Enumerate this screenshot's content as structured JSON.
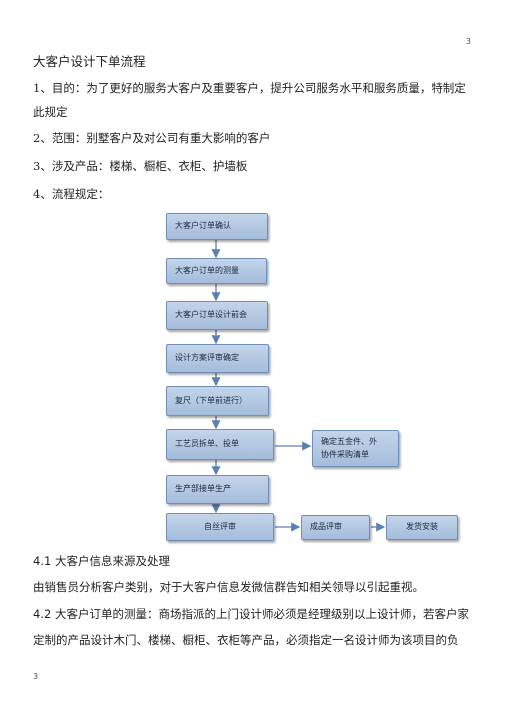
{
  "page_number_top": "3",
  "page_number_bottom": "3",
  "title": "大客户设计下单流程",
  "paragraphs": {
    "p1_line1": "1、目的：为了更好的服务大客户及重要客户，提升公司服务水平和服务质量，特制定",
    "p1_line2": "此规定",
    "p2": "2、范围：别墅客户及对公司有重大影响的客户",
    "p3": "3、涉及产品：楼梯、橱柜、衣柜、护墙板",
    "p4": "4、流程规定："
  },
  "flowchart": {
    "steps": [
      "大客户订单确认",
      "大客户订单的测量",
      "大客户订单设计前会",
      "设计方案评审确定",
      "复尺（下单前进行）",
      "工艺员拆单、投单",
      "生产部接单生产",
      "自丝评审"
    ],
    "side_box": "确定五金件、外\n协件采购清单",
    "after_review": "成品评审",
    "final": "发货安装"
  },
  "section_4_1": {
    "heading_num": "4.1",
    "heading_text": " 大客户信息来源及处理",
    "body": "由销售员分析客户类别，对于大客户信息发微信群告知相关领导以引起重视。"
  },
  "section_4_2": {
    "heading_num": "4.2",
    "line1_text": " 大客户订单的测量：商场指派的上门设计师必须是经理级别以上设计师，若客户家",
    "line2": "定制的产品设计木门、楼梯、橱柜、衣柜等产品，必须指定一名设计师为该项目的负"
  }
}
